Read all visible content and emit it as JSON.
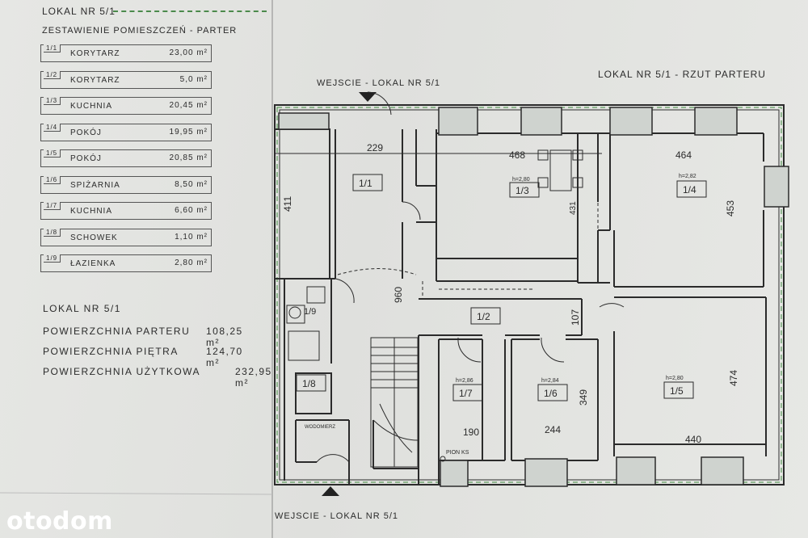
{
  "legend": {
    "header": "LOKAL NR 5/1",
    "subtitle": "ZESTAWIENIE POMIESZCZEŃ - PARTER",
    "area_unit": "m²",
    "rooms": [
      {
        "id": "1/1",
        "name": "KORYTARZ",
        "area": "23,00"
      },
      {
        "id": "1/2",
        "name": "KORYTARZ",
        "area": "5,0"
      },
      {
        "id": "1/3",
        "name": "KUCHNIA",
        "area": "20,45"
      },
      {
        "id": "1/4",
        "name": "POKÓJ",
        "area": "19,95"
      },
      {
        "id": "1/5",
        "name": "POKÓJ",
        "area": "20,85"
      },
      {
        "id": "1/6",
        "name": "SPIŻARNIA",
        "area": "8,50"
      },
      {
        "id": "1/7",
        "name": "KUCHNIA",
        "area": "6,60"
      },
      {
        "id": "1/8",
        "name": "SCHOWEK",
        "area": "1,10"
      },
      {
        "id": "1/9",
        "name": "ŁAZIENKA",
        "area": "2,80"
      }
    ]
  },
  "summary": {
    "title": "LOKAL NR 5/1",
    "rows": [
      {
        "label": "POWIERZCHNIA PARTERU",
        "value": "108,25 m²"
      },
      {
        "label": "POWIERZCHNIA PIĘTRA",
        "value": "124,70 m²"
      },
      {
        "label": "POWIERZCHNIA UŻYTKOWA",
        "value": "232,95 m²"
      }
    ]
  },
  "plan": {
    "title": "LOKAL NR 5/1 - RZUT PARTERU",
    "entrance_top": "WEJSCIE - LOKAL NR 5/1",
    "entrance_bottom": "WEJSCIE - LOKAL NR 5/1",
    "meter_label": "WODOMIERZ",
    "riser_label": "PION KS",
    "rooms": {
      "r11": {
        "label": "1/1"
      },
      "r12": {
        "label": "1/2"
      },
      "r13": {
        "label": "1/3",
        "height": "h=2,80"
      },
      "r14": {
        "label": "1/4",
        "height": "h=2,82"
      },
      "r15": {
        "label": "1/5",
        "height": "h=2,80"
      },
      "r16": {
        "label": "1/6",
        "height": "h=2,84"
      },
      "r17": {
        "label": "1/7",
        "height": "h=2,86"
      },
      "r18": {
        "label": "1/8"
      },
      "r19": {
        "label": "1/9"
      }
    },
    "dims": {
      "d229": "229",
      "d468": "468",
      "d464": "464",
      "d411": "411",
      "d431": "431",
      "d453": "453",
      "d960": "960",
      "d107": "107",
      "d474": "474",
      "d349": "349",
      "d190": "190",
      "d244": "244",
      "d440": "440"
    }
  },
  "branding": {
    "logo": "otodom"
  }
}
